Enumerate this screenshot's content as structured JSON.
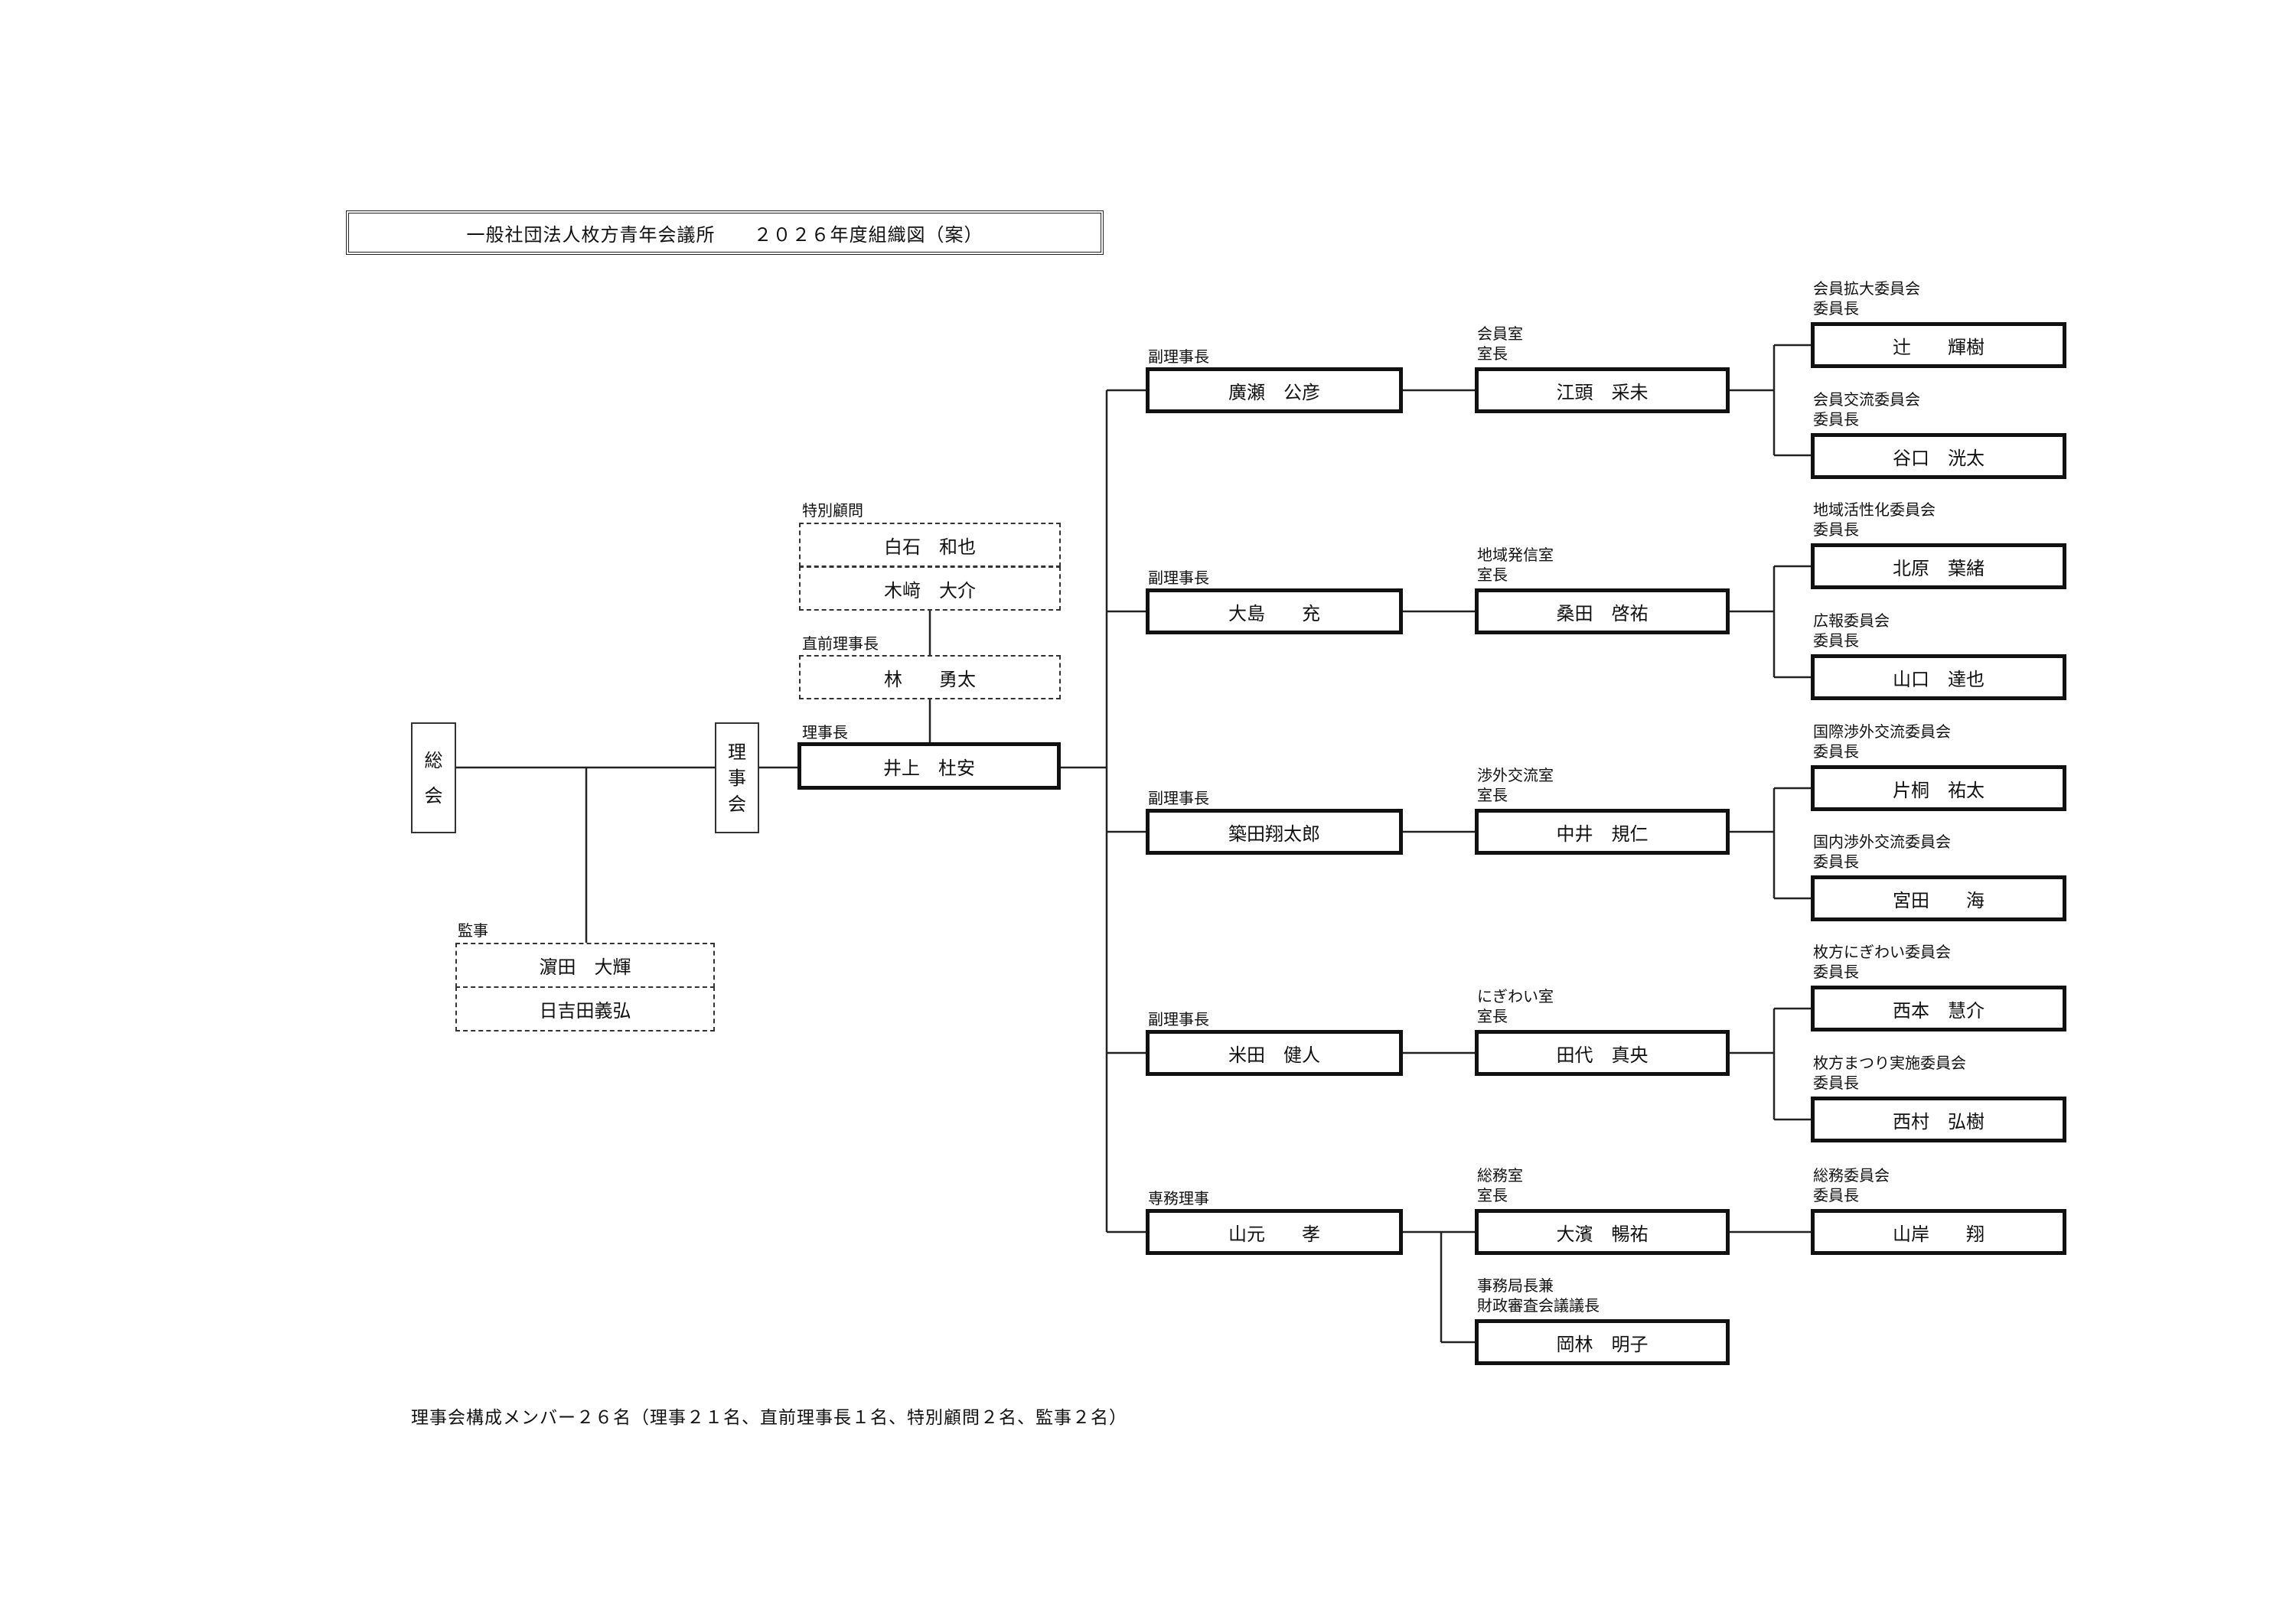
{
  "title": "一般社団法人枚方青年会議所　　２０２６年度組織図（案）",
  "general_assembly": [
    "総",
    "会"
  ],
  "board": [
    "理",
    "事",
    "会"
  ],
  "auditor": {
    "role": "監事",
    "members": [
      "濵田　大輝",
      "日吉田義弘"
    ]
  },
  "special_advisor": {
    "role": "特別顧問",
    "members": [
      "白石　和也",
      "木﨑　大介"
    ]
  },
  "past_president": {
    "role": "直前理事長",
    "name": "林　　勇太"
  },
  "president": {
    "role": "理事長",
    "name": "井上　杜安"
  },
  "vice_presidents": [
    {
      "role": "副理事長",
      "name": "廣瀬　公彦",
      "office": {
        "title": "会員室\n室長",
        "name": "江頭　采未"
      },
      "committees": [
        {
          "title": "会員拡大委員会\n委員長",
          "name": "辻　　輝樹"
        },
        {
          "title": "会員交流委員会\n委員長",
          "name": "谷口　洸太"
        }
      ]
    },
    {
      "role": "副理事長",
      "name": "大島　　充",
      "office": {
        "title": "地域発信室\n室長",
        "name": "桑田　啓祐"
      },
      "committees": [
        {
          "title": "地域活性化委員会\n委員長",
          "name": "北原　葉緒"
        },
        {
          "title": "広報委員会\n委員長",
          "name": "山口　達也"
        }
      ]
    },
    {
      "role": "副理事長",
      "name": "築田翔太郎",
      "office": {
        "title": "渉外交流室\n室長",
        "name": "中井　規仁"
      },
      "committees": [
        {
          "title": "国際渉外交流委員会\n委員長",
          "name": "片桐　祐太"
        },
        {
          "title": "国内渉外交流委員会\n委員長",
          "name": "宮田　　海"
        }
      ]
    },
    {
      "role": "副理事長",
      "name": "米田　健人",
      "office": {
        "title": "にぎわい室\n室長",
        "name": "田代　真央"
      },
      "committees": [
        {
          "title": "枚方にぎわい委員会\n委員長",
          "name": "西本　慧介"
        },
        {
          "title": "枚方まつり実施委員会\n委員長",
          "name": "西村　弘樹"
        }
      ]
    }
  ],
  "managing_director": {
    "role": "専務理事",
    "name": "山元　　孝",
    "office": {
      "title": "総務室\n室長",
      "name": "大濱　暢祐"
    },
    "committee": {
      "title": "総務委員会\n委員長",
      "name": "山岸　　翔"
    },
    "secretary": {
      "title": "事務局長兼\n財政審査会議議長",
      "name": "岡林　明子"
    }
  },
  "footnote": "理事会構成メンバー２６名（理事２１名、直前理事長１名、特別顧問２名、監事２名）"
}
